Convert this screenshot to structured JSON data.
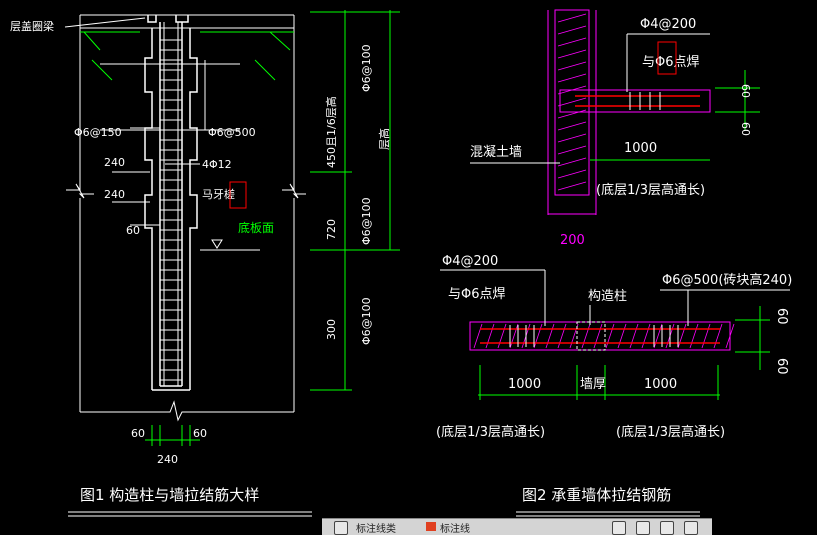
{
  "fig1": {
    "title": "图1  构造柱与墙拉结筋大样",
    "beam_label": "层盖圈梁",
    "rebar_150": "Φ6@150",
    "rebar_500": "Φ6@500",
    "dim_240a": "240",
    "dim_240b": "240",
    "main_bar": "4Φ12",
    "toothed": "马牙槎",
    "dim_60": "60",
    "floor_face": "底板面",
    "dim_450": "450且1/6层高",
    "rebar_100a": "Φ6@100",
    "floor_height": "层高",
    "rebar_100b": "Φ6@100",
    "dim_720": "720",
    "rebar_100c": "Φ6@100",
    "dim_300": "300",
    "bot_60a": "60",
    "bot_60b": "60",
    "bot_240": "240"
  },
  "fig2": {
    "title": "图2  承重墙体拉结钢筋",
    "top_bar": "Φ4@200",
    "weld_top": "与Φ6点焊",
    "concrete_wall": "混凝土墙",
    "dim_1000_top": "1000",
    "note_top": "(底层1/3层高通长)",
    "dim_200": "200",
    "dim_60_a": "60",
    "dim_60_b": "60",
    "bar_left": "Φ4@200",
    "weld_left": "与Φ6点焊",
    "column": "构造柱",
    "bar_right": "Φ6@500(砖块高240)",
    "dim_60_c": "60",
    "dim_60_d": "60",
    "dim_1000_l": "1000",
    "wall_thick": "墙厚",
    "dim_1000_r": "1000",
    "note_left": "(底层1/3层高通长)",
    "note_right": "(底层1/3层高通长)"
  },
  "toolbar": {
    "label1": "标注线类",
    "label2": "标注线"
  },
  "colors": {
    "background": "#000000",
    "outline": "#ffffff",
    "rebar": "#ff0000",
    "dimension": "#00ff00",
    "concrete": "#ff00ff",
    "callout": "#ffffff"
  }
}
